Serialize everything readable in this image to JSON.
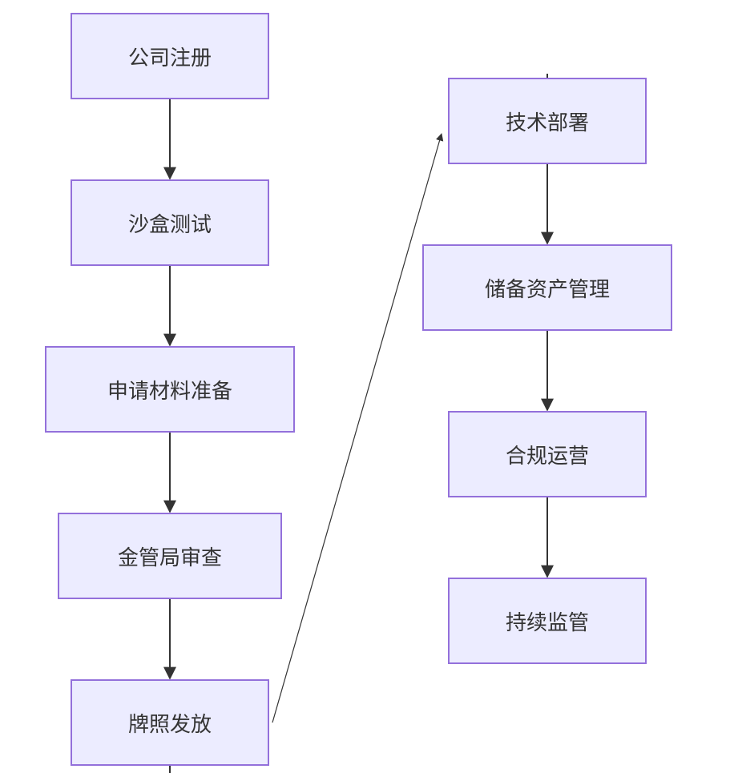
{
  "diagram": {
    "type": "flowchart",
    "colors": {
      "node_fill": "#ECECFF",
      "node_border": "#9370DB",
      "edge": "#333333",
      "text": "#333333"
    },
    "nodes": [
      {
        "id": "n1",
        "label": "公司注册"
      },
      {
        "id": "n2",
        "label": "沙盒测试"
      },
      {
        "id": "n3",
        "label": "申请材料准备"
      },
      {
        "id": "n4",
        "label": "金管局审查"
      },
      {
        "id": "n5",
        "label": "牌照发放"
      },
      {
        "id": "n6",
        "label": "技术部署"
      },
      {
        "id": "n7",
        "label": "储备资产管理"
      },
      {
        "id": "n8",
        "label": "合规运营"
      },
      {
        "id": "n9",
        "label": "持续监管"
      }
    ],
    "edges": [
      {
        "from": "n1",
        "to": "n2"
      },
      {
        "from": "n2",
        "to": "n3"
      },
      {
        "from": "n3",
        "to": "n4"
      },
      {
        "from": "n4",
        "to": "n5"
      },
      {
        "from": "n5",
        "to": "n6"
      },
      {
        "from": "n6",
        "to": "n7"
      },
      {
        "from": "n7",
        "to": "n8"
      },
      {
        "from": "n8",
        "to": "n9"
      }
    ]
  }
}
